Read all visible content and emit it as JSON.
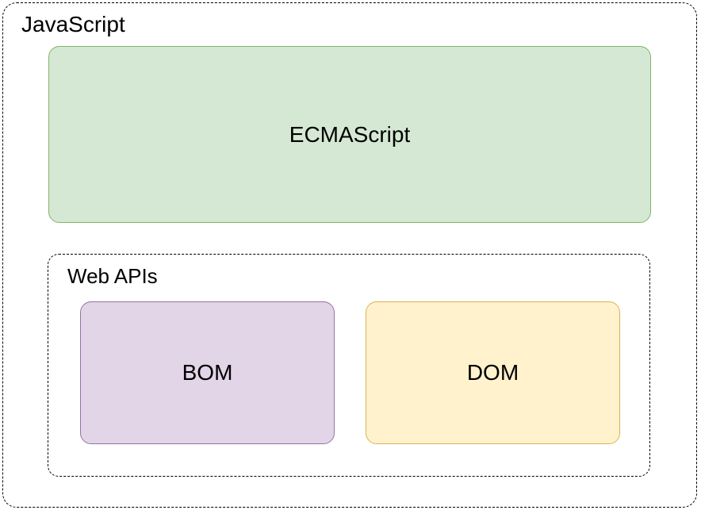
{
  "diagram": {
    "outer_container": {
      "label": "JavaScript",
      "border_color": "#000000",
      "border_style": "dashed"
    },
    "ecmascript_box": {
      "label": "ECMAScript",
      "fill": "#d5e8d4",
      "stroke": "#82b366"
    },
    "web_apis_container": {
      "label": "Web APIs",
      "border_color": "#000000",
      "border_style": "dashed",
      "children": {
        "bom_box": {
          "label": "BOM",
          "fill": "#e1d5e7",
          "stroke": "#9673a6"
        },
        "dom_box": {
          "label": "DOM",
          "fill": "#fff2cc",
          "stroke": "#d6b656"
        }
      }
    },
    "text_color": "#000000",
    "background_color": "#ffffff"
  }
}
